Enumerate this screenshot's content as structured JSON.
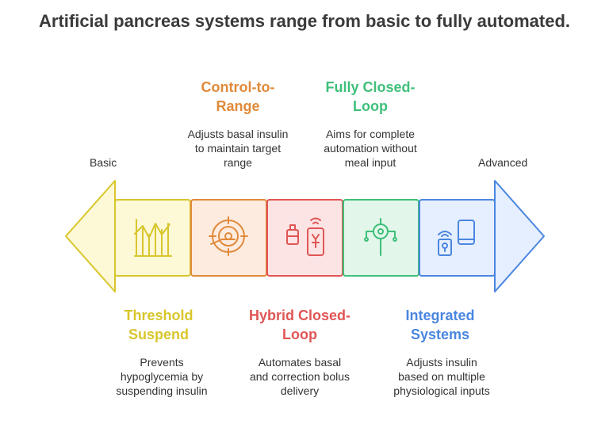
{
  "title": "Artificial pancreas systems range from basic to fully automated.",
  "ends": {
    "left": "Basic",
    "right": "Advanced"
  },
  "steps": [
    {
      "title_lines": [
        "Threshold",
        "Suspend"
      ],
      "desc_lines": [
        "Prevents",
        "hypoglycemia by",
        "suspending insulin"
      ],
      "color": "#d8c62c",
      "icon": "chart-bars-icon"
    },
    {
      "title_lines": [
        "Control-to-",
        "Range"
      ],
      "desc_lines": [
        "Adjusts basal insulin",
        "to maintain target",
        "range"
      ],
      "color": "#e08a3a",
      "icon": "target-icon"
    },
    {
      "title_lines": [
        "Hybrid Closed-",
        "Loop"
      ],
      "desc_lines": [
        "Automates basal",
        "and correction bolus",
        "delivery"
      ],
      "color": "#e05555",
      "icon": "insulin-pump-phone-icon"
    },
    {
      "title_lines": [
        "Fully Closed-",
        "Loop"
      ],
      "desc_lines": [
        "Aims for complete",
        "automation without",
        "meal input"
      ],
      "color": "#3fbf7a",
      "icon": "sensor-network-icon"
    },
    {
      "title_lines": [
        "Integrated",
        "Systems"
      ],
      "desc_lines": [
        "Adjusts insulin",
        "based on multiple",
        "physiological inputs"
      ],
      "color": "#4a86e0",
      "icon": "devices-connected-icon"
    }
  ]
}
